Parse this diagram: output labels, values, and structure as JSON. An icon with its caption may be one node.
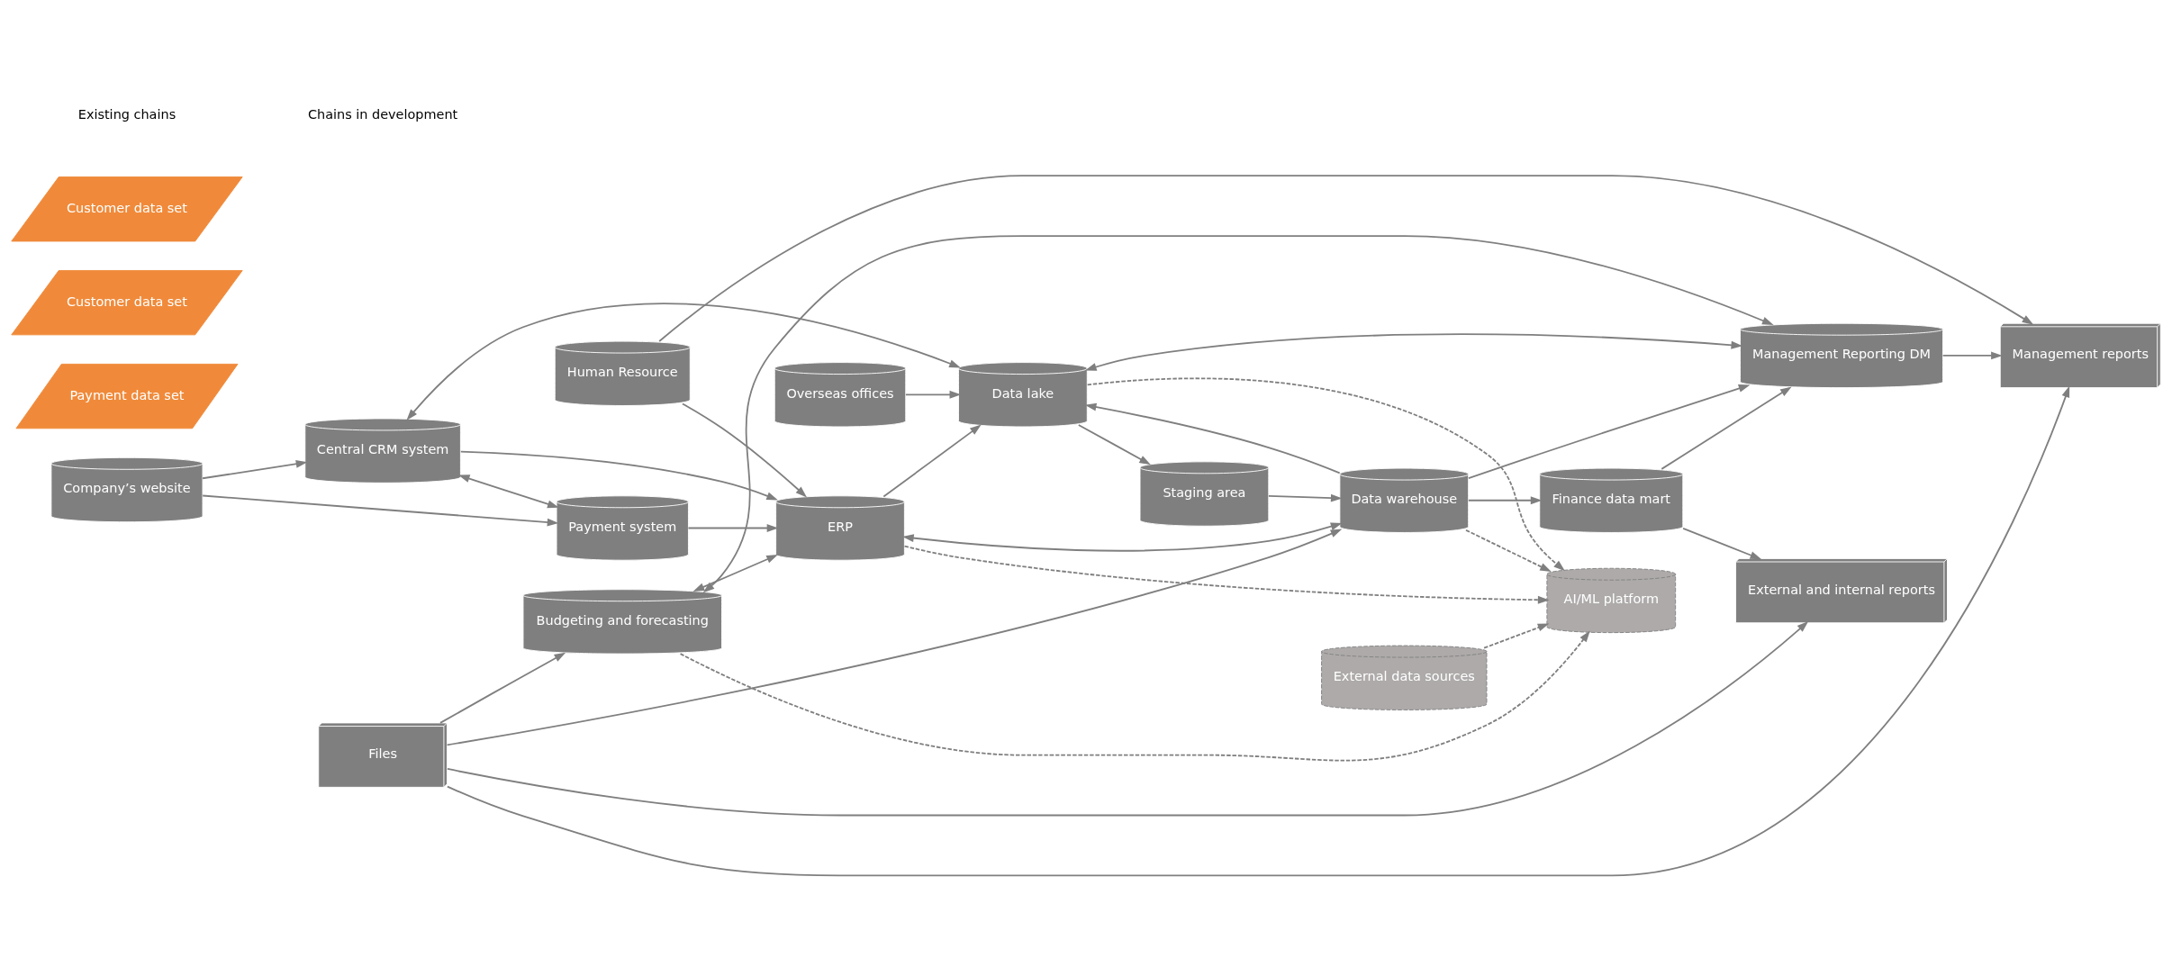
{
  "diagram": {
    "nodes": [
      {
        "text": [
          "Payment system"
        ]
      },
      {
        "text": [
          "Company’s website"
        ]
      },
      {
        "text": [
          "Central CRM system"
        ]
      },
      {
        "text": [
          "Overseas offices"
        ]
      },
      {
        "text": [
          "Data lake"
        ]
      },
      {
        "text": [
          "Staging area"
        ]
      },
      {
        "text": [
          "ERP"
        ]
      },
      {
        "text": [
          "Budgeting and forecasting"
        ]
      },
      {
        "text": [
          "Data warehouse"
        ]
      },
      {
        "text": [
          "Finance data mart"
        ]
      },
      {
        "text": [
          "Management Reporting DM"
        ]
      },
      {
        "text": [
          "Files"
        ]
      },
      {
        "text": [
          "Human Resource"
        ]
      },
      {
        "text": [
          "External and internal reports"
        ]
      },
      {
        "text": [
          "Management reports"
        ]
      },
      {
        "text": [
          "External data sources"
        ]
      },
      {
        "text": [
          "AI/ML platform"
        ]
      },
      {
        "text": [
          "Payment data set"
        ]
      },
      {
        "text": [
          "Customer data set"
        ]
      },
      {
        "text": [
          "Customer data set"
        ]
      }
    ],
    "edges": [
      {
        "from": 1,
        "to": 0,
        "arrow": "to"
      },
      {
        "from": 2,
        "to": 0,
        "arrow": "both"
      },
      {
        "from": 0,
        "to": 6,
        "arrow": "to"
      },
      {
        "from": 1,
        "to": 2,
        "arrow": "to"
      },
      {
        "from": 2,
        "to": 6,
        "arrow": "to"
      },
      {
        "from": 2,
        "to": 4,
        "arrow": "both"
      },
      {
        "from": 6,
        "to": 4,
        "arrow": "to"
      },
      {
        "from": 8,
        "to": 4,
        "arrow": "to"
      },
      {
        "from": 6,
        "to": 8,
        "arrow": "both"
      },
      {
        "from": 3,
        "to": 4,
        "arrow": "to"
      },
      {
        "from": 4,
        "to": 5,
        "arrow": "to"
      },
      {
        "from": 5,
        "to": 8,
        "arrow": "to"
      },
      {
        "from": 8,
        "to": 9,
        "arrow": "to"
      },
      {
        "from": 9,
        "to": 13,
        "arrow": "to"
      },
      {
        "from": 9,
        "to": 10,
        "arrow": "to"
      },
      {
        "from": 8,
        "to": 10,
        "arrow": "to"
      },
      {
        "from": 4,
        "to": 10,
        "arrow": "both"
      },
      {
        "from": 7,
        "to": 6,
        "arrow": "both"
      },
      {
        "from": 7,
        "to": 10,
        "arrow": "both"
      },
      {
        "from": 11,
        "to": 7,
        "arrow": "to"
      },
      {
        "from": 11,
        "to": 8,
        "arrow": "to"
      },
      {
        "from": 12,
        "to": 6,
        "arrow": "to"
      },
      {
        "from": 11,
        "to": 13,
        "arrow": "to"
      },
      {
        "from": 11,
        "to": 14,
        "arrow": "to"
      },
      {
        "from": 12,
        "to": 14,
        "arrow": "to"
      },
      {
        "from": 10,
        "to": 14,
        "arrow": "to"
      },
      {
        "from": 4,
        "to": 16,
        "arrow": "to",
        "style": "dashed"
      },
      {
        "from": 15,
        "to": 16,
        "arrow": "to",
        "style": "dashed"
      },
      {
        "from": 8,
        "to": 16,
        "arrow": "to",
        "style": "dashed"
      },
      {
        "from": 6,
        "to": 16,
        "arrow": "to",
        "style": "dashed"
      },
      {
        "from": 7,
        "to": 16,
        "arrow": "to",
        "style": "dashed"
      }
    ],
    "legend": [
      {
        "text": "Existing chains"
      },
      {
        "text": "Chains in development"
      }
    ]
  }
}
